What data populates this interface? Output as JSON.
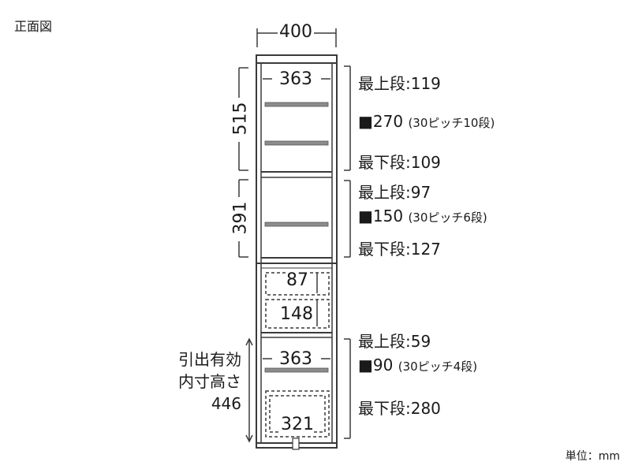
{
  "title": "正面図",
  "unit": "単位：mm",
  "top": {
    "width": "400",
    "inner_width": "363",
    "height": "515",
    "shelf_top": "最上段:119",
    "pitch_value": "270",
    "pitch_note": "(30ピッチ10段)",
    "shelf_bottom": "最下段:109"
  },
  "middle": {
    "height": "391",
    "shelf_top": "最上段:97",
    "pitch_value": "150",
    "pitch_note": "(30ピッチ6段)",
    "shelf_bottom": "最下段:127"
  },
  "drawers": {
    "upper": "87",
    "lower": "148"
  },
  "bottom": {
    "inner_width": "363",
    "drawer_width": "321",
    "shelf_top": "最上段:59",
    "pitch_value": "90",
    "pitch_note": "(30ピッチ4段)",
    "shelf_bottom": "最下段:280",
    "pullout_label_1": "引出有効",
    "pullout_label_2": "内寸高さ",
    "pullout_value": "446"
  },
  "marker": "■"
}
